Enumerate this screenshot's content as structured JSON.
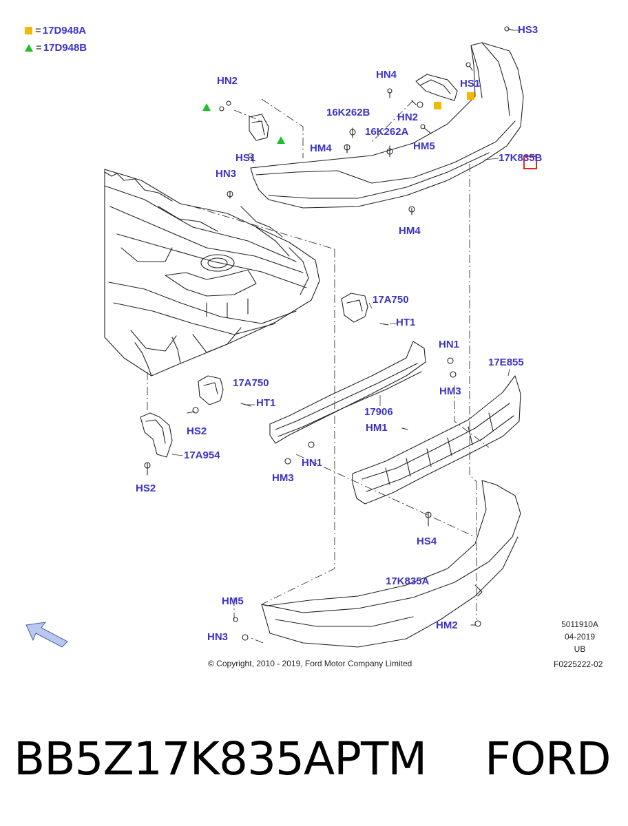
{
  "legend": [
    {
      "marker": "square",
      "color": "#f5b800",
      "equals": "=",
      "code": "17D948A"
    },
    {
      "marker": "triangle",
      "color": "#1fbf2a",
      "equals": "=",
      "code": "17D948B"
    }
  ],
  "labels": {
    "hs3": "HS3",
    "hn4": "HN4",
    "hs1_top_right": "HS1",
    "hn2_top": "HN2",
    "hn2_right": "HN2",
    "k262b": "16K262B",
    "k262a": "16K262A",
    "hm5_top": "HM5",
    "hm4_top": "HM4",
    "hs1_left": "HS1",
    "hn3_top": "HN3",
    "k835b": "17K835B",
    "hm4_bottom": "HM4",
    "a750_upper": "17A750",
    "ht1_upper": "HT1",
    "hn1_right": "HN1",
    "e855": "17E855",
    "a750_lower": "17A750",
    "hm3_right": "HM3",
    "ht1_lower": "HT1",
    "p17906": "17906",
    "hm1": "HM1",
    "hs2_upper": "HS2",
    "a954": "17A954",
    "hn1_lower": "HN1",
    "hm3_lower": "HM3",
    "hs2_lower": "HS2",
    "hs4": "HS4",
    "k835a": "17K835A",
    "hm5_bottom": "HM5",
    "hm2": "HM2",
    "hn3_bottom": "HN3"
  },
  "meta": {
    "drawing_id": "5011910A",
    "date": "04-2019",
    "region": "UB",
    "figure": "F0225222-02"
  },
  "copyright": "© Copyright, 2010 - 2019, Ford Motor Company Limited",
  "footer": {
    "part_number": "BB5Z17K835APTM",
    "brand": "FORD"
  },
  "colors": {
    "label": "#3a33c8",
    "highlight": "#e8201e",
    "legend_square": "#f5b800",
    "legend_triangle": "#1fbf2a",
    "arrow_fill": "#b9c9ee"
  },
  "icons": {
    "nav": "view-direction-arrow-icon"
  }
}
